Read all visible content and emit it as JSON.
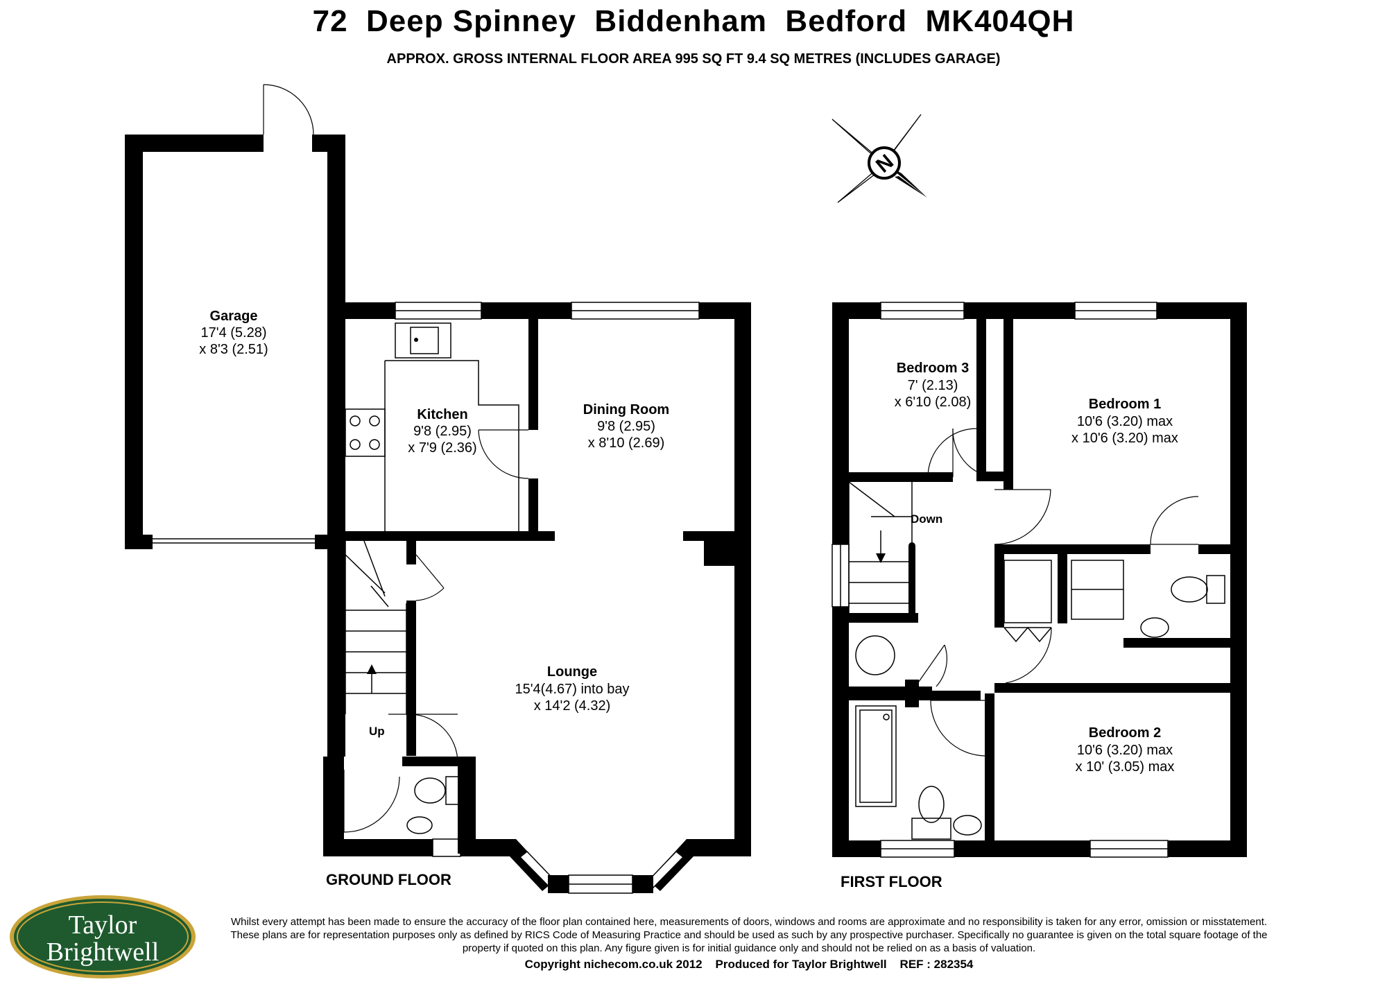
{
  "header": {
    "title": "72  Deep Spinney  Biddenham  Bedford  MK404QH",
    "subtitle": "APPROX. GROSS INTERNAL FLOOR AREA 995 SQ FT 9.4 SQ METRES (INCLUDES GARAGE)"
  },
  "compass": {
    "letter": "N"
  },
  "ground_floor": {
    "label": "GROUND FLOOR",
    "rooms": [
      {
        "name": "Garage",
        "dim1": "17'4 (5.28)",
        "dim2": "x 8'3 (2.51)"
      },
      {
        "name": "Kitchen",
        "dim1": "9'8 (2.95)",
        "dim2": "x 7'9 (2.36)"
      },
      {
        "name": "Dining Room",
        "dim1": "9'8 (2.95)",
        "dim2": "x 8'10 (2.69)"
      },
      {
        "name": "Lounge",
        "dim1": "15'4(4.67) into bay",
        "dim2": "x 14'2 (4.32)"
      }
    ],
    "stairs_label": "Up"
  },
  "first_floor": {
    "label": "FIRST FLOOR",
    "rooms": [
      {
        "name": "Bedroom 3",
        "dim1": "7' (2.13)",
        "dim2": "x 6'10 (2.08)"
      },
      {
        "name": "Bedroom 1",
        "dim1": "10'6 (3.20) max",
        "dim2": "x 10'6 (3.20) max"
      },
      {
        "name": "Bedroom 2",
        "dim1": "10'6 (3.20) max",
        "dim2": "x 10' (3.05) max"
      }
    ],
    "stairs_label": "Down"
  },
  "logo": {
    "line1": "Taylor",
    "line2": "Brightwell",
    "colors": {
      "green": "#1e5a2e",
      "gold": "#c9a43a"
    }
  },
  "footer": {
    "disclaimer": "Whilst every attempt has been made to ensure the accuracy of the floor plan contained here, measurements of doors, windows and rooms are approximate and no responsibility is taken for any error, omission or misstatement. These plans are for representation purposes only as defined by RICS Code of Measuring Practice and should be used as such by any prospective purchaser.  Specifically no guarantee is given on the total square footage of the property if quoted on this plan. Any figure given is for initial guidance only and should not be relied on as a basis of valuation.",
    "copyright": "Copyright nichecom.co.uk 2012    Produced for Taylor Brightwell    REF : 282354"
  }
}
